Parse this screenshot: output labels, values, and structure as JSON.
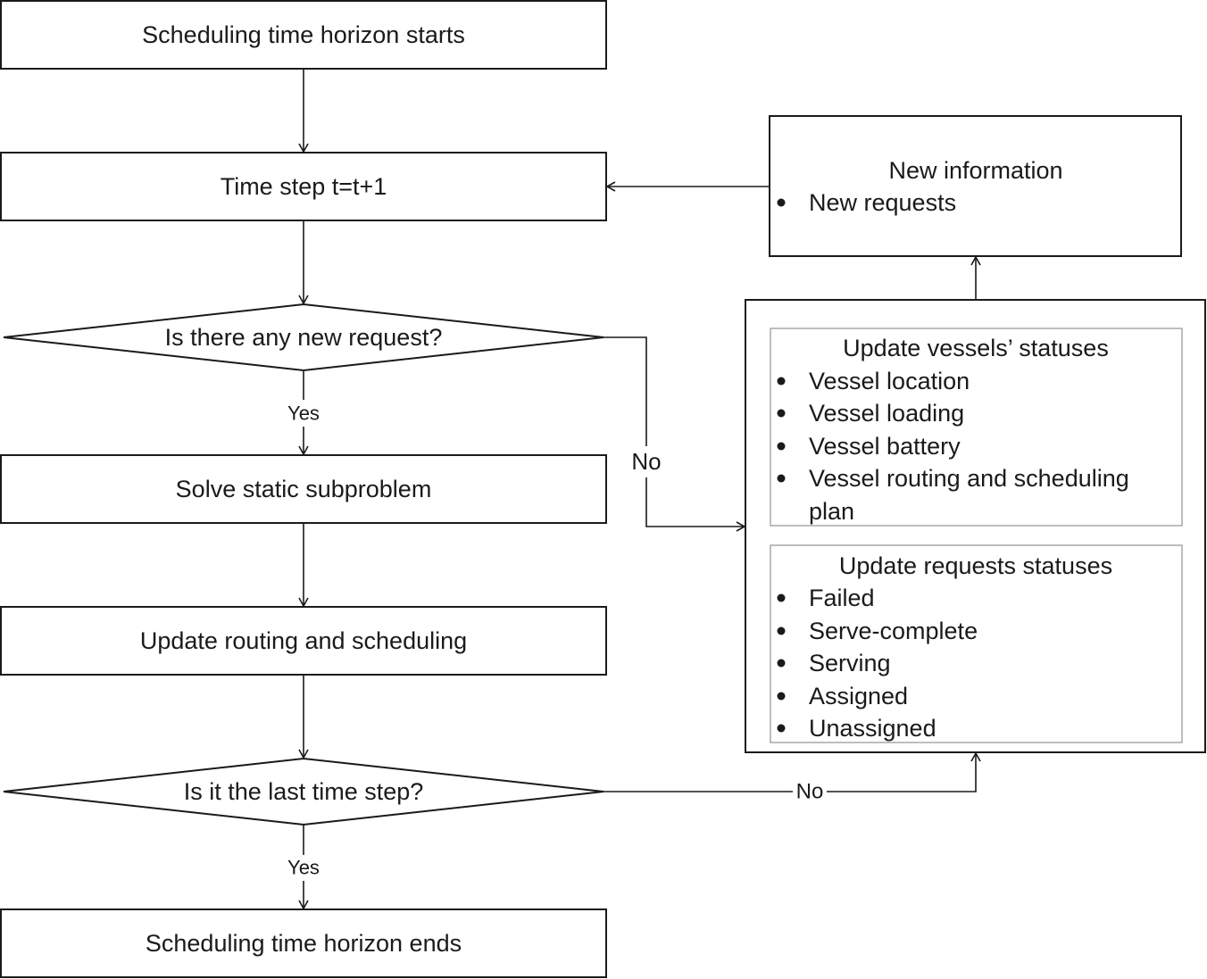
{
  "flow": {
    "start": "Scheduling time horizon starts",
    "time_step": "Time step t=t+1",
    "decision_new_request": "Is there any new request?",
    "solve": "Solve static subproblem",
    "update_routing": "Update routing and scheduling",
    "decision_last_step": "Is it the last time step?",
    "end": "Scheduling time horizon ends"
  },
  "labels": {
    "yes1": "Yes",
    "no1": "No",
    "yes2": "Yes",
    "no2": "No"
  },
  "new_info": {
    "title": "New information",
    "items": [
      "New requests"
    ]
  },
  "vessels": {
    "title": "Update vessels’ statuses",
    "items": [
      "Vessel location",
      "Vessel loading",
      "Vessel battery",
      "Vessel routing and scheduling"
    ],
    "continuation": "plan"
  },
  "requests": {
    "title": "Update requests statuses",
    "items": [
      "Failed",
      "Serve-complete",
      "Serving",
      "Assigned",
      "Unassigned"
    ]
  }
}
